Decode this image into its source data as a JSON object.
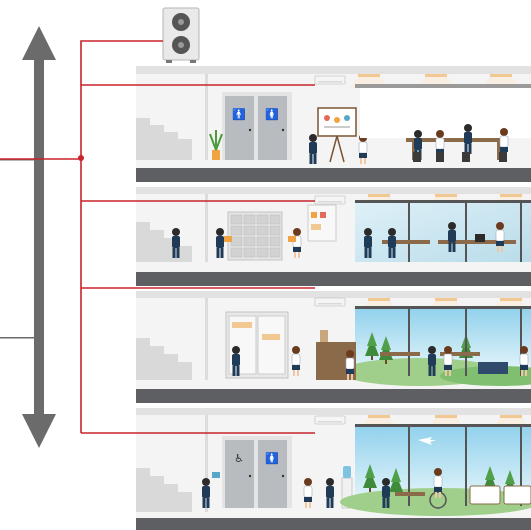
{
  "diagram": {
    "kind": "multi-floor VRF building illustration",
    "floors": [
      {
        "id": "floor-4",
        "rooms": [
          "stairwell",
          "restrooms",
          "presentation-area",
          "meeting-room"
        ]
      },
      {
        "id": "floor-3",
        "rooms": [
          "stairwell",
          "mailroom",
          "reception-desk",
          "open-office"
        ]
      },
      {
        "id": "floor-2",
        "rooms": [
          "stairwell",
          "storage-cabinets",
          "dining-area"
        ]
      },
      {
        "id": "floor-1",
        "rooms": [
          "stairwell",
          "restrooms",
          "water-cooler",
          "lobby-lounge"
        ]
      }
    ],
    "indoor_unit_count": 4,
    "outdoor_unit_count": 1
  },
  "colors": {
    "refrigerant_line": "#c8232c",
    "arrow": "#6b6b6b",
    "slab": "#5d5f62",
    "wall": "#ececec",
    "window_sky": "#bfe6f5",
    "tree": "#3f8a3b",
    "suit": "#1f3b57",
    "accent": "#f0a340"
  },
  "icons": [
    "outdoor-unit-icon",
    "indoor-unit-icon",
    "double-arrow-icon",
    "restroom-male-icon",
    "restroom-female-icon",
    "accessible-icon"
  ]
}
